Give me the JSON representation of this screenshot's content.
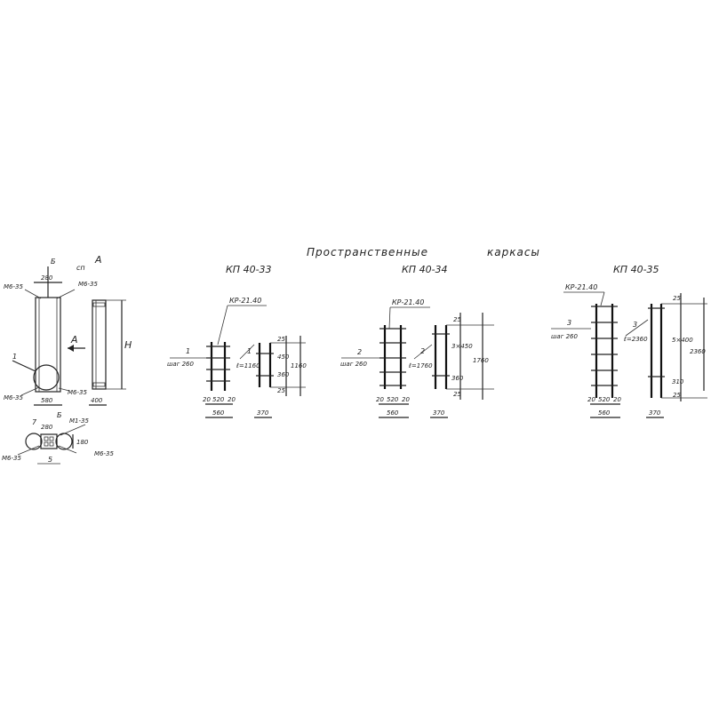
{
  "title_left": "Пространственные",
  "title_right": "каркасы",
  "left_detail": {
    "mark_b_top": "Б",
    "mark_sp": "сп",
    "mark_a": "А",
    "lbl_m6_tl": "М6-35",
    "dim_280_top": "280",
    "lbl_m6_tr": "М6-35",
    "callout_1": "1",
    "arrow_a": "А",
    "dim_h": "Н",
    "lbl_m6_bl": "М6-35",
    "lbl_m6_bm": "М6-35",
    "dim_580": "580",
    "dim_400": "400",
    "section_b": "Б",
    "callout_7": "7",
    "dim_280_b": "280",
    "lbl_m1": "М1-35",
    "dim_180": "180",
    "lbl_m6_b_left": "М6-35",
    "callout_5": "5",
    "lbl_m6_b_right": "М6-35"
  },
  "frames": [
    {
      "name": "КП 40-33",
      "kr": "КР-21.40",
      "pos": "1",
      "step": "шаг 260",
      "pos_side": "1",
      "length": "ℓ=1160",
      "dim_a": "25",
      "dim_b": "450",
      "dim_c": "360",
      "dim_d": "25",
      "dim_total": "1160",
      "dim_20a": "20",
      "dim_520": "520",
      "dim_20b": "20",
      "dim_560": "560",
      "dim_370": "370"
    },
    {
      "name": "КП 40-34",
      "kr": "КР-21.40",
      "pos": "2",
      "step": "шаг 260",
      "pos_side": "2",
      "length": "ℓ=1760",
      "dim_a": "25",
      "dim_b": "3×450",
      "dim_c": "360",
      "dim_d": "25",
      "dim_total": "1760",
      "dim_20a": "20",
      "dim_520": "520",
      "dim_20b": "20",
      "dim_560": "560",
      "dim_370": "370"
    },
    {
      "name": "КП 40-35",
      "kr": "КР-21.40",
      "pos": "3",
      "step": "шаг 260",
      "pos_side": "3",
      "length": "ℓ=2360",
      "dim_a": "25",
      "dim_b": "5×400",
      "dim_c": "310",
      "dim_d": "25",
      "dim_total": "2360",
      "dim_20a": "20",
      "dim_520": "520",
      "dim_20b": "20",
      "dim_560": "560",
      "dim_370": "370"
    }
  ]
}
